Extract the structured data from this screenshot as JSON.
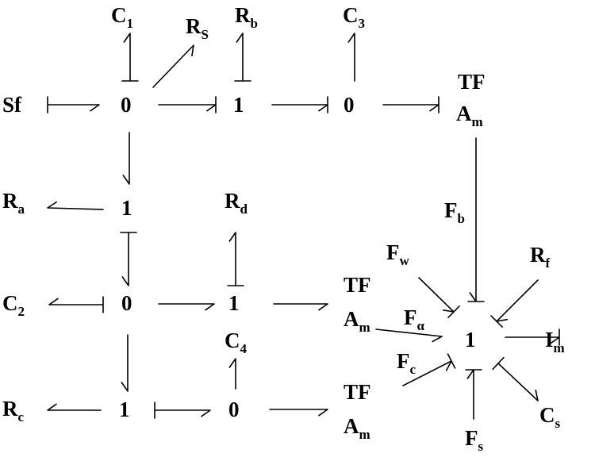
{
  "diagram": {
    "nodes": {
      "sf": {
        "main": "Sf",
        "sub": ""
      },
      "c1": {
        "main": "C",
        "sub": "1"
      },
      "rs": {
        "main": "R",
        "sub": "S"
      },
      "rb": {
        "main": "R",
        "sub": "b"
      },
      "c3": {
        "main": "C",
        "sub": "3"
      },
      "j0a": {
        "main": "0",
        "sub": ""
      },
      "j1a": {
        "main": "1",
        "sub": ""
      },
      "j0b": {
        "main": "0",
        "sub": ""
      },
      "tf1": {
        "main": "TF",
        "sub": ""
      },
      "am1": {
        "main": "A",
        "sub": "m"
      },
      "ra": {
        "main": "R",
        "sub": "a"
      },
      "j1b": {
        "main": "1",
        "sub": ""
      },
      "rd": {
        "main": "R",
        "sub": "d"
      },
      "fb": {
        "main": "F",
        "sub": "b"
      },
      "fw": {
        "main": "F",
        "sub": "w"
      },
      "rf": {
        "main": "R",
        "sub": "f"
      },
      "c2": {
        "main": "C",
        "sub": "2"
      },
      "j0c": {
        "main": "0",
        "sub": ""
      },
      "j1c": {
        "main": "1",
        "sub": ""
      },
      "tf2": {
        "main": "TF",
        "sub": ""
      },
      "am2": {
        "main": "A",
        "sub": "m"
      },
      "falpha": {
        "main": "F",
        "sub": "α"
      },
      "j1main": {
        "main": "1",
        "sub": ""
      },
      "im": {
        "main": "I",
        "sub": "m"
      },
      "c4": {
        "main": "C",
        "sub": "4"
      },
      "fc": {
        "main": "F",
        "sub": "c"
      },
      "rc": {
        "main": "R",
        "sub": "c"
      },
      "j1d": {
        "main": "1",
        "sub": ""
      },
      "j0d": {
        "main": "0",
        "sub": ""
      },
      "tf3": {
        "main": "TF",
        "sub": ""
      },
      "am3": {
        "main": "A",
        "sub": "m"
      },
      "cs": {
        "main": "C",
        "sub": "s"
      },
      "fs": {
        "main": "F",
        "sub": "s"
      }
    }
  }
}
